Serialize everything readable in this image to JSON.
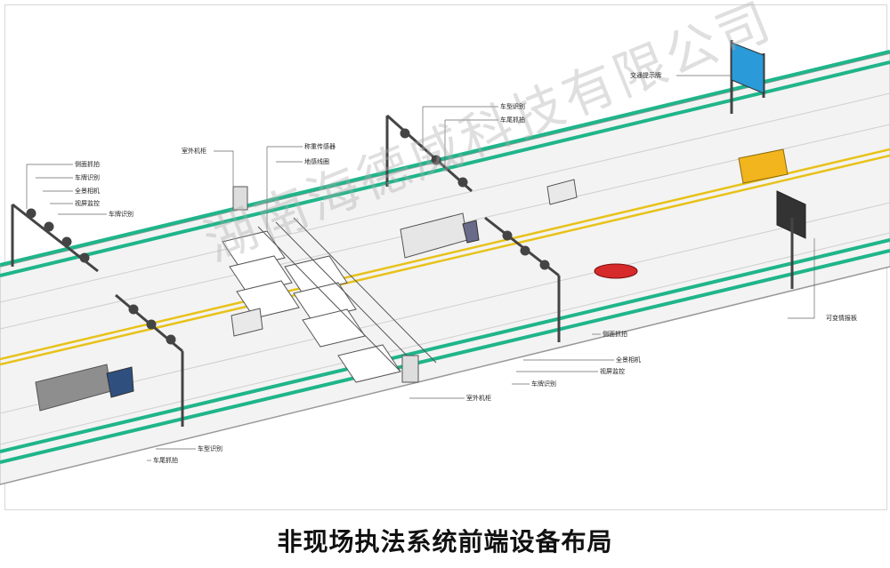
{
  "caption": "非现场执法系统前端设备布局",
  "watermark": "湖南海德威科技有限公司",
  "labels": {
    "left_gantry": {
      "side_capture": "侧面抓拍",
      "plate_recognition": "车牌识别",
      "panorama_camera": "全景相机",
      "video_monitor": "视屏监控",
      "plate_recognition_2": "车牌识别"
    },
    "outdoor_cabinet_top": "室外机柜",
    "weighing_sensor": "称重传感器",
    "ground_coil": "地感线圈",
    "middle_gantry": {
      "vehicle_type": "车型识别",
      "rear_capture": "车尾抓拍"
    },
    "traffic_sign": "交通提示牌",
    "vms_board": "可变情报板",
    "right_gantry": {
      "side_capture": "侧面抓拍",
      "panorama_camera": "全景相机",
      "video_monitor": "视屏监控",
      "plate_recognition": "车牌识别"
    },
    "outdoor_cabinet_bottom": "室外机柜",
    "front_gantry": {
      "vehicle_type": "车型识别",
      "rear_capture": "车尾抓拍"
    }
  },
  "colors": {
    "guardrail": "#1fb58a",
    "lane_yellow": "#e8c21a",
    "road": "#f2f2f2",
    "pole": "#444444",
    "sign_blue": "#2a9ad8"
  }
}
